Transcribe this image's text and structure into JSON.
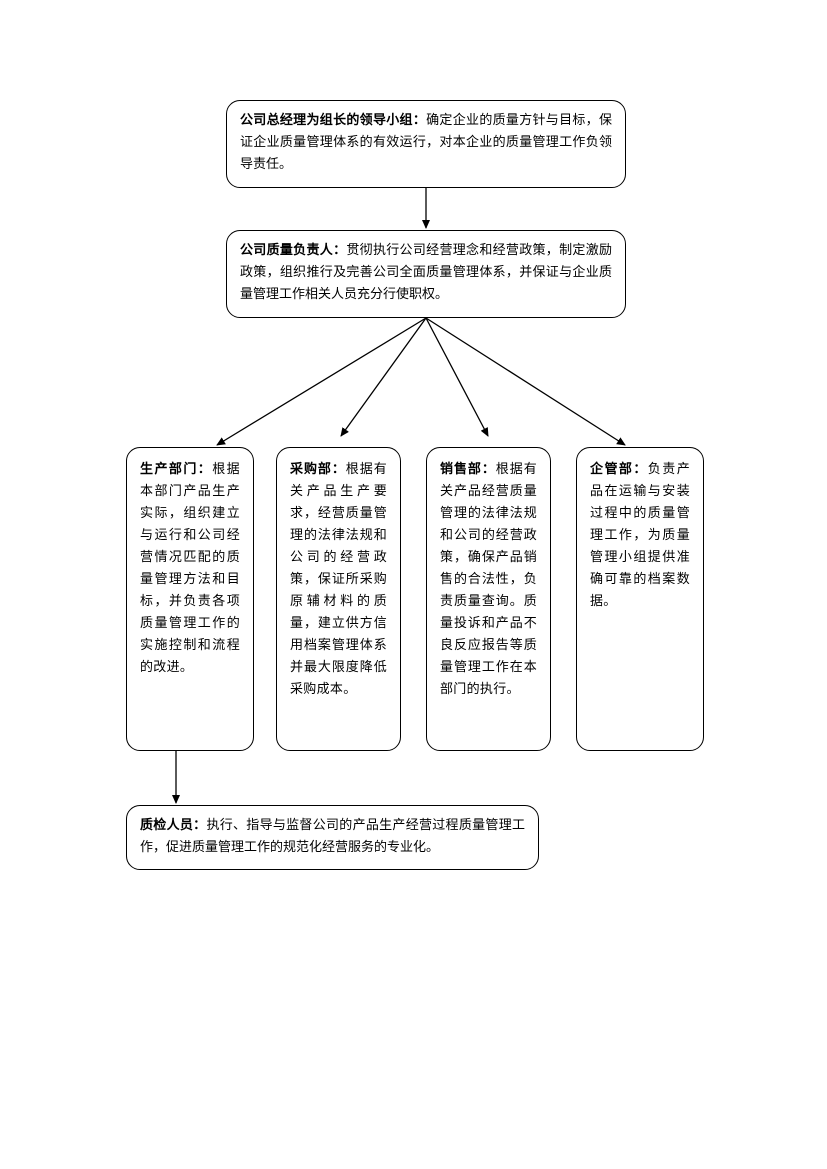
{
  "top_box": {
    "title": "公司总经理为组长的领导小组：",
    "text": "确定企业的质量方针与目标，保证企业质量管理体系的有效运行，对本企业的质量管理工作负领导责任。"
  },
  "quality_box": {
    "title": "公司质量负责人：",
    "text": "贯彻执行公司经营理念和经营政策，制定激励政策，组织推行及完善公司全面质量管理体系，并保证与企业质量管理工作相关人员充分行使职权。"
  },
  "departments": [
    {
      "title": "生产部门：",
      "text": "根据本部门产品生产实际，组织建立与运行和公司经营情况匹配的质量管理方法和目标，并负责各项质量管理工作的实施控制和流程的改进。"
    },
    {
      "title": "采购部：",
      "text": "根据有关产品生产要求，经营质量管理的法律法规和公司的经营政策，保证所采购原辅材料的质量，建立供方信用档案管理体系并最大限度降低采购成本。"
    },
    {
      "title": "销售部：",
      "text": "根据有关产品经营质量管理的法律法规和公司的经营政策，确保产品销售的合法性，负责质量查询。质量投诉和产品不良反应报告等质量管理工作在本部门的执行。"
    },
    {
      "title": "企管部：",
      "text": "负责产品在运输与安装过程中的质量管理工作，为质量管理小组提供准确可靠的档案数据。"
    }
  ],
  "qc_box": {
    "title": "质检人员：",
    "text": "执行、指导与监督公司的产品生产经营过程质量管理工作，促进质量管理工作的规范化经营服务的专业化。"
  }
}
